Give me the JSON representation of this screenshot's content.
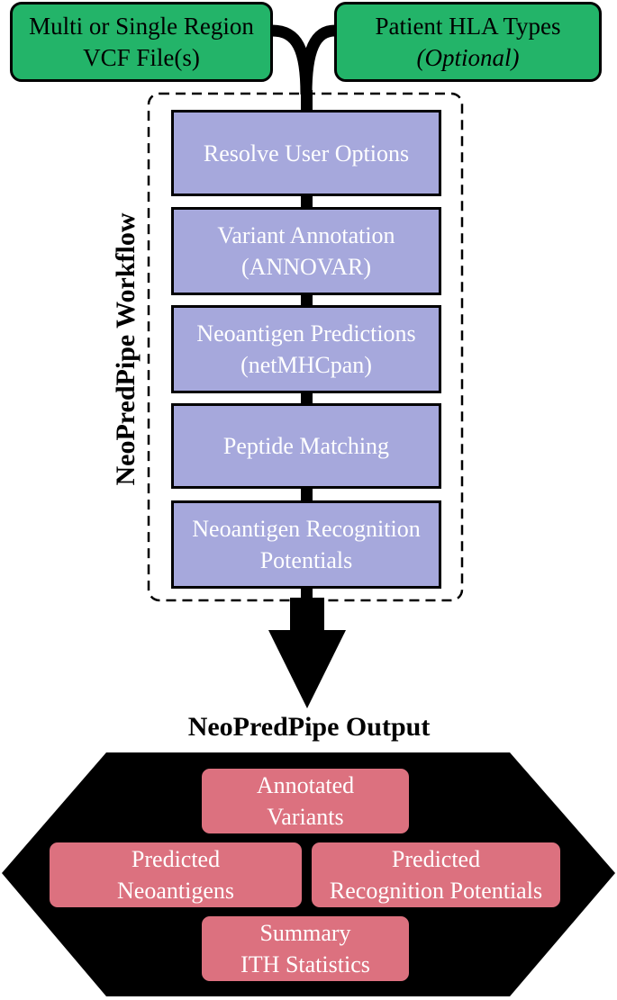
{
  "inputs": {
    "vcf": {
      "line1": "Multi or Single Region",
      "line2": "VCF File(s)"
    },
    "hla": {
      "line1": "Patient HLA Types",
      "line2": "(Optional)"
    }
  },
  "workflow": {
    "title": "NeoPredPipe Workflow",
    "steps": [
      {
        "line1": "Resolve User Options",
        "line2": ""
      },
      {
        "line1": "Variant Annotation",
        "line2": "(ANNOVAR)"
      },
      {
        "line1": "Neoantigen Predictions",
        "line2": "(netMHCpan)"
      },
      {
        "line1": "Peptide Matching",
        "line2": ""
      },
      {
        "line1": "Neoantigen Recognition",
        "line2": "Potentials"
      }
    ]
  },
  "output": {
    "title": "NeoPredPipe Output",
    "items": [
      {
        "line1": "Annotated",
        "line2": "Variants"
      },
      {
        "line1": "Predicted",
        "line2": "Neoantigens"
      },
      {
        "line1": "Predicted",
        "line2": "Recognition Potentials"
      },
      {
        "line1": "Summary",
        "line2": "ITH Statistics"
      }
    ]
  },
  "colors": {
    "input_fill": "#23b469",
    "step_fill": "#a6a8dc",
    "output_fill": "#dc717f",
    "output_panel": "#000000"
  }
}
